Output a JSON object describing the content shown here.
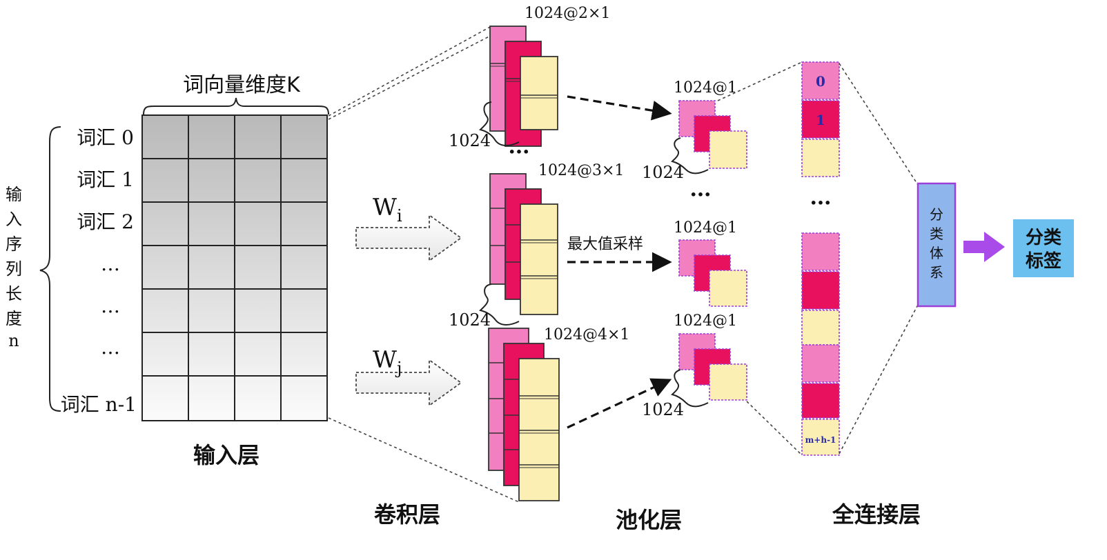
{
  "input_layer": {
    "dim_label": "词向量维度K",
    "seq_label_chars": [
      "输",
      "入",
      "序",
      "列",
      "长",
      "度",
      "n"
    ],
    "rows": [
      "词汇 0",
      "词汇 1",
      "词汇 2",
      "…",
      "…",
      "…",
      "词汇 n-1"
    ],
    "title": "输入层"
  },
  "filters": {
    "wi_base": "W",
    "wi_sub": "i",
    "wj_base": "W",
    "wj_sub": "j"
  },
  "conv_layer": {
    "title": "卷积层",
    "group_labels": [
      "1024@2×1",
      "1024@3×1",
      "1024@4×1"
    ],
    "depth_label": "1024",
    "ellipsis": "•••"
  },
  "pool_layer": {
    "title": "池化层",
    "group_labels": [
      "1024@1",
      "1024@1",
      "1024@1"
    ],
    "depth_label": "1024",
    "sampling_label": "最大值采样",
    "ellipsis": "•••"
  },
  "fc_layer": {
    "title": "全连接层",
    "top_cells": [
      "0",
      "1"
    ],
    "bottom_cell": "m+h-1",
    "ellipsis": "•••"
  },
  "classifier": {
    "chars": [
      "分",
      "类",
      "体",
      "系"
    ]
  },
  "output": {
    "line1": "分类",
    "line2": "标签"
  },
  "colors": {
    "pink_light": "#f27fbf",
    "pink_dark": "#e8115e",
    "cream": "#fcefb4",
    "classifier_fill": "#8fb6ec",
    "classifier_border": "#9b3fd8",
    "output_fill": "#6cc0ef",
    "arrow_purple": "#a84be8"
  }
}
